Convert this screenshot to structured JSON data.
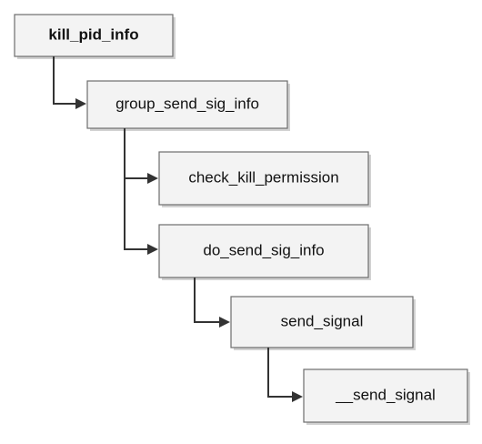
{
  "nodes": {
    "kill_pid_info": "kill_pid_info",
    "group_send_sig_info": "group_send_sig_info",
    "check_kill_permission": "check_kill_permission",
    "do_send_sig_info": "do_send_sig_info",
    "send_signal": "send_signal",
    "__send_signal": "__send_signal"
  },
  "colors": {
    "box_fill": "#f3f3f3",
    "box_border": "#6d6d6d",
    "connector": "#333333"
  }
}
